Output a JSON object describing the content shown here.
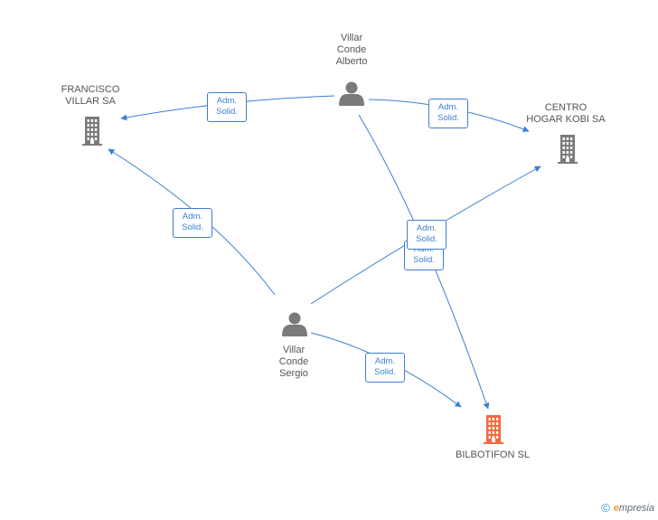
{
  "colors": {
    "edge": "#3d7ed1",
    "company": "#7a7a7a",
    "company_highlight": "#f26a3d",
    "person": "#7a7a7a",
    "label": "#555555"
  },
  "nodes": [
    {
      "id": "villar-conde-alberto",
      "kind": "person",
      "label": "Villar\nConde\nAlberto",
      "icon": "person-icon"
    },
    {
      "id": "francisco-villar-sa",
      "kind": "company",
      "label": "FRANCISCO\nVILLAR SA",
      "icon": "building-icon"
    },
    {
      "id": "centro-hogar-kobi-sa",
      "kind": "company",
      "label": "CENTRO\nHOGAR KOBI SA",
      "icon": "building-icon"
    },
    {
      "id": "villar-conde-sergio",
      "kind": "person",
      "label": "Villar\nConde\nSergio",
      "icon": "person-icon"
    },
    {
      "id": "bilbotifon-sl",
      "kind": "company",
      "label": "BILBOTIFON SL",
      "icon": "building-icon",
      "highlight": true
    }
  ],
  "edges": [
    {
      "from": "villar-conde-alberto",
      "to": "francisco-villar-sa",
      "line1": "Adm.",
      "line2": "Solid."
    },
    {
      "from": "villar-conde-alberto",
      "to": "centro-hogar-kobi-sa",
      "line1": "Adm.",
      "line2": "Solid."
    },
    {
      "from": "villar-conde-alberto",
      "to": "bilbotifon-sl",
      "line1": "Adm.",
      "line2": "Solid."
    },
    {
      "from": "villar-conde-sergio",
      "to": "francisco-villar-sa",
      "line1": "Adm.",
      "line2": "Solid."
    },
    {
      "from": "villar-conde-sergio",
      "to": "centro-hogar-kobi-sa",
      "line1": "Adm.",
      "line2": "Solid."
    },
    {
      "from": "villar-conde-sergio",
      "to": "bilbotifon-sl",
      "line1": "Adm.",
      "line2": "Solid."
    }
  ],
  "footer": {
    "copyright": "©",
    "brand_initial": "e",
    "brand_rest": "mpresia"
  }
}
